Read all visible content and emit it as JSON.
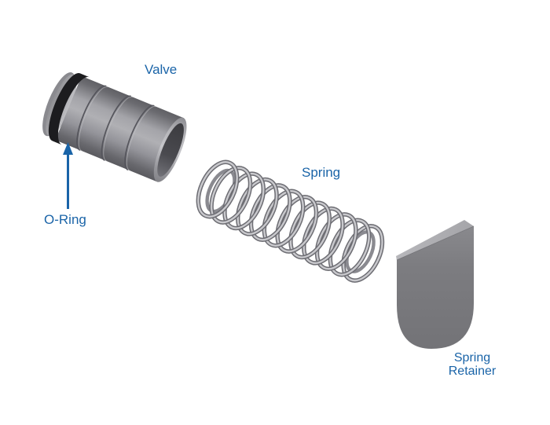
{
  "diagram": {
    "background_color": "#ffffff",
    "accent_color": "#1a64a8",
    "parts": [
      {
        "id": "valve",
        "label": "Valve",
        "color": "#96969b"
      },
      {
        "id": "spring",
        "label": "Spring",
        "color": "#b4b4b8"
      },
      {
        "id": "o-ring",
        "label": "O-Ring",
        "color": "#1c1c1f"
      },
      {
        "id": "spring-retainer",
        "label": "Spring Retainer",
        "color": "#7a7a7e"
      }
    ],
    "annotation": {
      "type": "arrow",
      "direction": "up",
      "points_to": "O-Ring",
      "color": "#1a64a8"
    }
  }
}
